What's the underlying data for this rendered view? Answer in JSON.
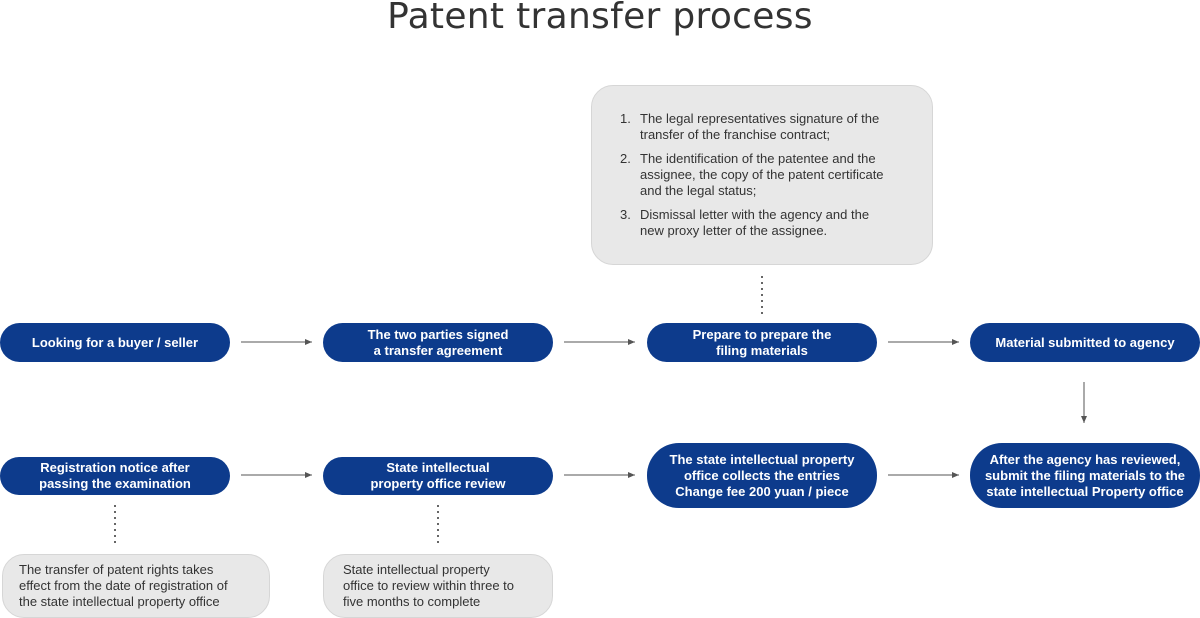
{
  "title": "Patent transfer process",
  "steps": {
    "find_buyer": "Looking for a buyer / seller",
    "sign_agreement": "The two parties signed\na transfer agreement",
    "prepare_materials": "Prepare to prepare the\nfiling materials",
    "submit_agency": "Material submitted to agency",
    "agency_review": "After the agency has reviewed,\nsubmit the filing materials to the\nstate intellectual Property office",
    "office_collects": "The state intellectual property\noffice collects the entries\nChange fee 200 yuan / piece",
    "office_review": "State intellectual\nproperty office review",
    "registration_notice": "Registration notice after\npassing the examination"
  },
  "materials_note": [
    {
      "num": "1.",
      "text": "The legal representatives signature of the\ntransfer of the franchise contract;"
    },
    {
      "num": "2.",
      "text": "The identification of the patentee and the\nassignee, the copy of the patent certificate\nand the legal status;"
    },
    {
      "num": "3.",
      "text": "Dismissal letter with the agency and the\nnew proxy letter of the assignee."
    }
  ],
  "registration_note": "The transfer of patent rights takes\neffect from the date of registration of\nthe state intellectual property office",
  "review_note": "State intellectual property\noffice to review within three to\nfive months to complete",
  "colors": {
    "step_fill": "#0d3b8c",
    "step_text": "#ffffff",
    "note_fill": "#e8e8e8",
    "arrow": "#555555"
  }
}
